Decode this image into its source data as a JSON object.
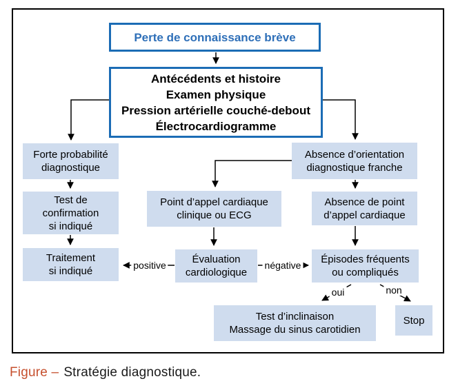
{
  "caption": {
    "label": "Figure –",
    "title": "Stratégie diagnostique."
  },
  "flowchart": {
    "nodes": {
      "perte": "Perte de connaissance brève",
      "antecedents": "Antécédents et histoire\nExamen physique\nPression artérielle couché-debout\nÉlectrocardiogramme",
      "forte_probabilite": "Forte probabilité\ndiagnostique",
      "test_confirmation": "Test de\nconfirmation\nsi indiqué",
      "traitement": "Traitement\nsi indiqué",
      "point_appel": "Point d’appel cardiaque\nclinique ou ECG",
      "evaluation": "Évaluation\ncardiologique",
      "absence_orientation": "Absence d’orientation\ndiagnostique franche",
      "absence_point": "Absence de point\nd’appel cardiaque",
      "episodes": "Épisodes fréquents\nou compliqués",
      "inclinaison": "Test d’inclinaison\nMassage du sinus carotidien",
      "stop": "Stop"
    },
    "edge_labels": {
      "positive": "positive",
      "negative": "négative",
      "oui": "oui",
      "non": "non"
    }
  },
  "colors": {
    "box_border_blue": "#1b6cb5",
    "title_text_blue": "#2e6fb8",
    "box_fill_light_blue": "#cfdcee",
    "caption_accent": "#c6502e",
    "line_black": "#000000"
  }
}
